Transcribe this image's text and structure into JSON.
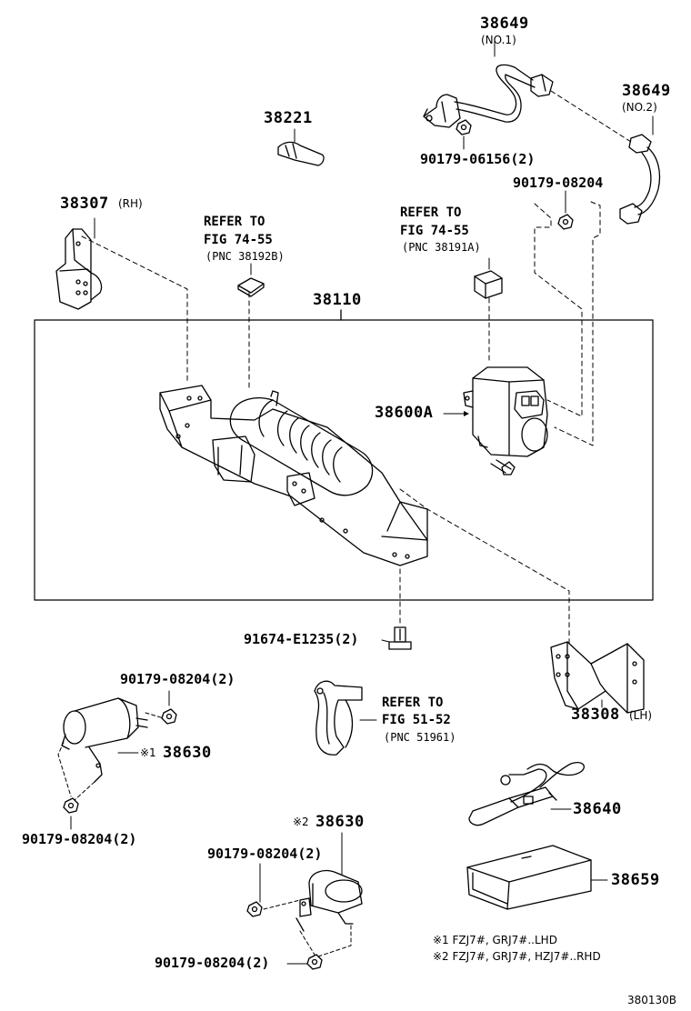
{
  "parts": {
    "p38649_1": {
      "number": "38649",
      "note": "(NO.1)"
    },
    "p38649_2": {
      "number": "38649",
      "note": "(NO.2)"
    },
    "p38221": {
      "number": "38221"
    },
    "p90179_06156": {
      "number": "90179-06156(2)"
    },
    "p90179_08204_top": {
      "number": "90179-08204"
    },
    "p38307": {
      "number": "38307",
      "note": "(RH)"
    },
    "p38110": {
      "number": "38110"
    },
    "p38600A": {
      "number": "38600A"
    },
    "p91674": {
      "number": "91674-E1235(2)"
    },
    "p38308": {
      "number": "38308",
      "note": "(LH)"
    },
    "p90179_a": {
      "number": "90179-08204(2)"
    },
    "p38630_1": {
      "mark": "※1",
      "number": "38630"
    },
    "p90179_b": {
      "number": "90179-08204(2)"
    },
    "p38630_2": {
      "mark": "※2",
      "number": "38630"
    },
    "p90179_c": {
      "number": "90179-08204(2)"
    },
    "p90179_d": {
      "number": "90179-08204(2)"
    },
    "p38640": {
      "number": "38640"
    },
    "p38659": {
      "number": "38659"
    }
  },
  "refs": {
    "ref1": {
      "line1": "REFER TO",
      "line2": "FIG 74-55",
      "line3": "(PNC 38192B)"
    },
    "ref2": {
      "line1": "REFER TO",
      "line2": "FIG 74-55",
      "line3": "(PNC 38191A)"
    },
    "ref3": {
      "line1": "REFER TO",
      "line2": "FIG 51-52",
      "line3": "(PNC 51961)"
    }
  },
  "notes": {
    "n1": "※1 FZJ7#, GRJ7#..LHD",
    "n2": "※2 FZJ7#, GRJ7#, HZJ7#..RHD"
  },
  "figure_id": "380130B"
}
